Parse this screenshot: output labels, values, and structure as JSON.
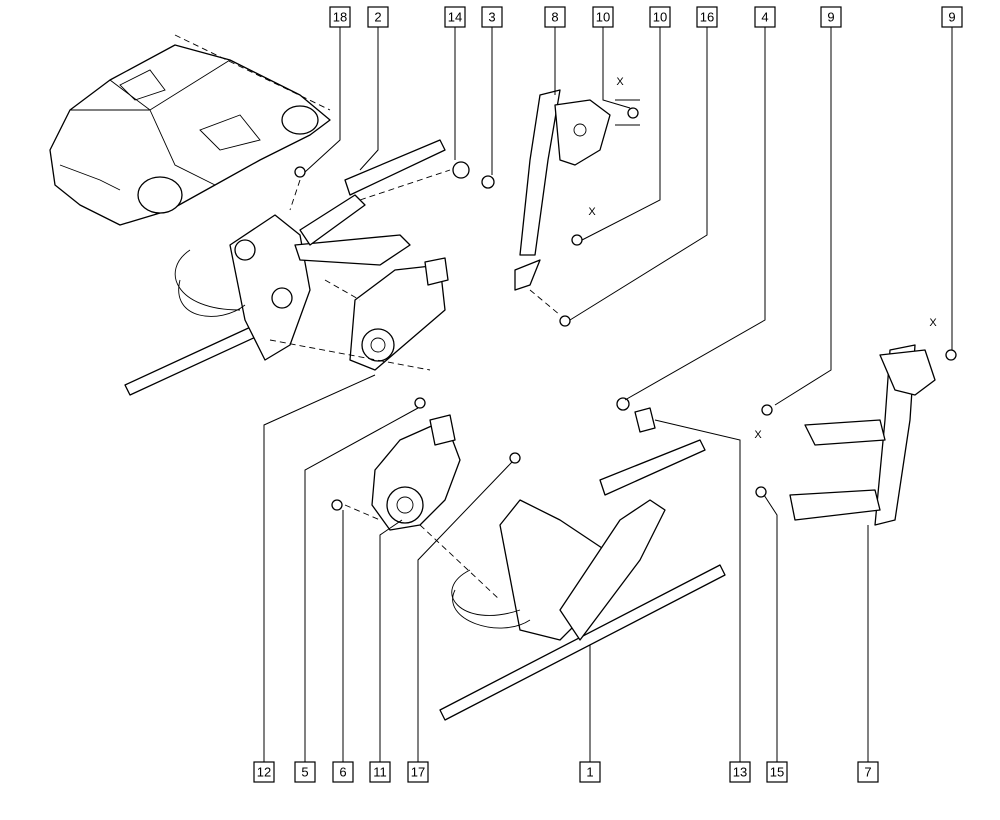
{
  "callouts_top": [
    "18",
    "2",
    "14",
    "3",
    "8",
    "10",
    "10",
    "16",
    "4",
    "9",
    "9"
  ],
  "callouts_bottom": [
    "12",
    "5",
    "6",
    "11",
    "17",
    "1",
    "13",
    "15",
    "7"
  ],
  "dimension_marks": [
    "X",
    "X",
    "X",
    "X"
  ]
}
